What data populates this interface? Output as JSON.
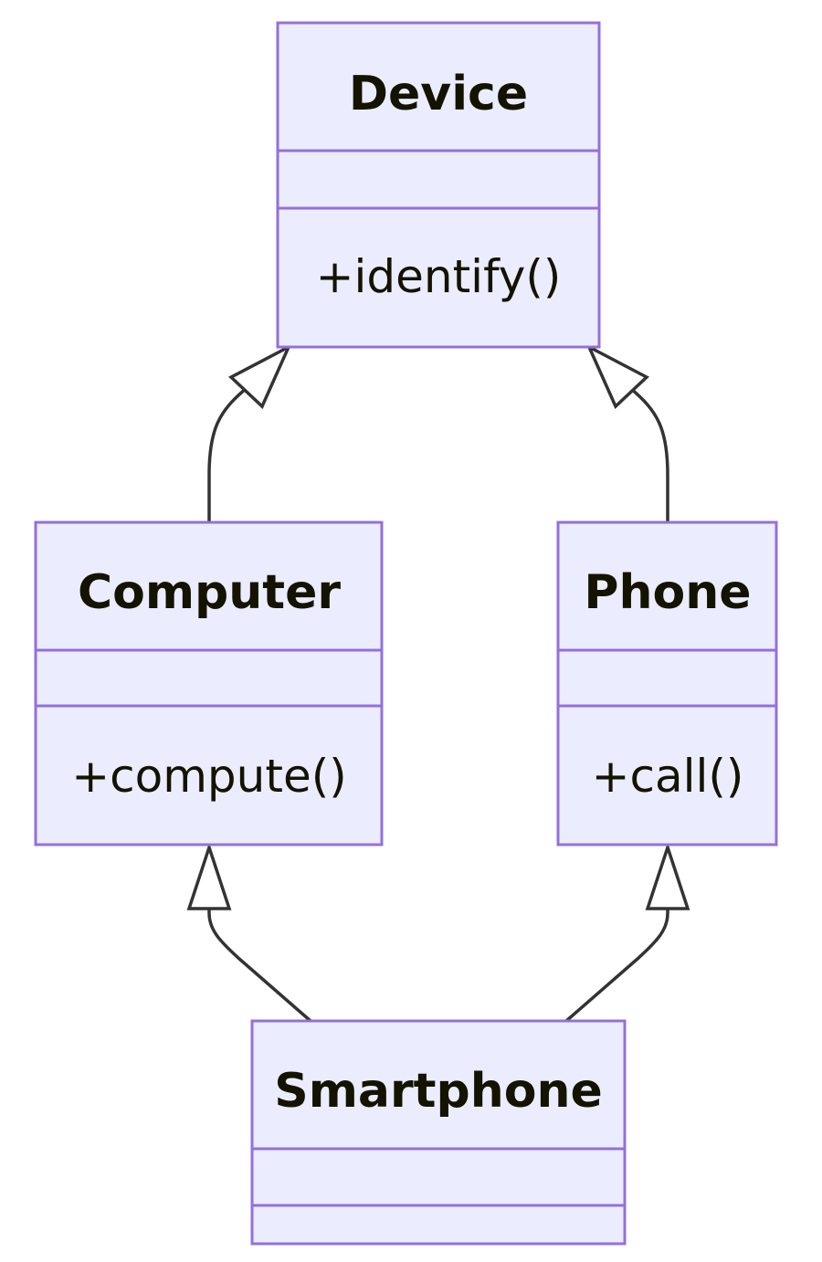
{
  "diagram": {
    "type": "uml-class-diagram",
    "colors": {
      "box_fill": "#ECECFF",
      "box_stroke": "#9370DB",
      "edge": "#333333",
      "text": "#131300"
    },
    "classes": [
      {
        "id": "device",
        "name": "Device",
        "attributes": [],
        "methods": [
          "+identify()"
        ]
      },
      {
        "id": "computer",
        "name": "Computer",
        "attributes": [],
        "methods": [
          "+compute()"
        ]
      },
      {
        "id": "phone",
        "name": "Phone",
        "attributes": [],
        "methods": [
          "+call()"
        ]
      },
      {
        "id": "smartphone",
        "name": "Smartphone",
        "attributes": [],
        "methods": []
      }
    ],
    "relationships": [
      {
        "from": "Computer",
        "to": "Device",
        "type": "inheritance"
      },
      {
        "from": "Phone",
        "to": "Device",
        "type": "inheritance"
      },
      {
        "from": "Smartphone",
        "to": "Computer",
        "type": "inheritance"
      },
      {
        "from": "Smartphone",
        "to": "Phone",
        "type": "inheritance"
      }
    ]
  }
}
